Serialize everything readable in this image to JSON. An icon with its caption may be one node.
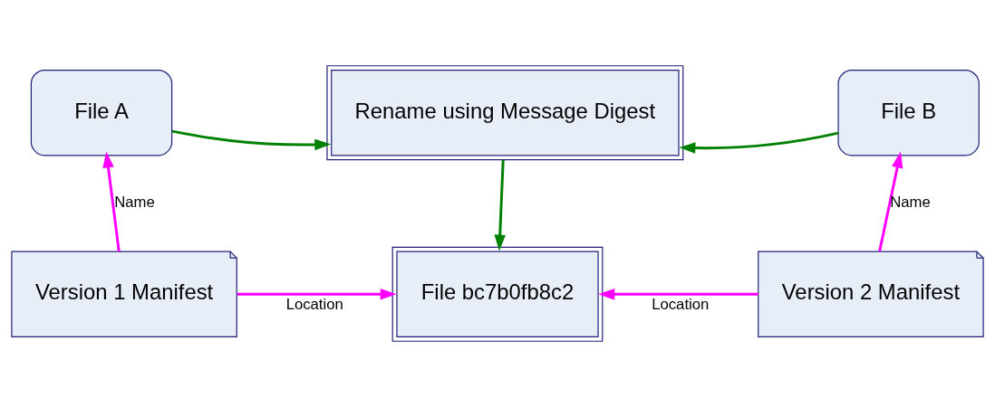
{
  "diagram": {
    "nodes": [
      {
        "text": [
          "File A"
        ]
      },
      {
        "text": [
          "Rename using Message Digest"
        ]
      },
      {
        "text": [
          "File B"
        ]
      },
      {
        "text": [
          "Version 1 Manifest"
        ]
      },
      {
        "text": [
          "File bc7b0fb8c2"
        ]
      },
      {
        "text": [
          "Version 2 Manifest"
        ]
      }
    ],
    "edges": [
      {
        "from": 0,
        "to": 1,
        "arrow": "to",
        "color": "#008000"
      },
      {
        "from": 2,
        "to": 1,
        "arrow": "to",
        "color": "#008000"
      },
      {
        "from": 1,
        "to": 4,
        "arrow": "to",
        "color": "#008000"
      },
      {
        "from": 3,
        "to": 0,
        "arrow": "to",
        "label": "Name",
        "color": "#ff00ff"
      },
      {
        "from": 5,
        "to": 2,
        "arrow": "to",
        "label": "Name",
        "color": "#ff00ff"
      },
      {
        "from": 3,
        "to": 4,
        "arrow": "to",
        "label": "Location",
        "color": "#ff00ff"
      },
      {
        "from": 5,
        "to": 4,
        "arrow": "to",
        "label": "Location",
        "color": "#ff00ff"
      }
    ]
  }
}
